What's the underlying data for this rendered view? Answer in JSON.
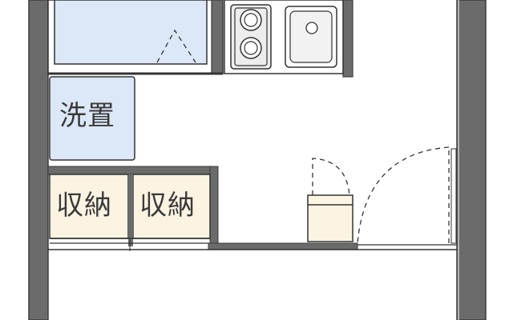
{
  "floor_plan": {
    "labels": {
      "washer_space": "洗置",
      "storage_left": "収納",
      "storage_right": "収納"
    },
    "colors": {
      "wall": "#6b6b6b",
      "wall_edge": "#3d3d3d",
      "bath_fill": "#dce8f7",
      "storage_fill": "#fbf4e3",
      "fixture_outline": "#333333",
      "background": "#ffffff"
    }
  }
}
